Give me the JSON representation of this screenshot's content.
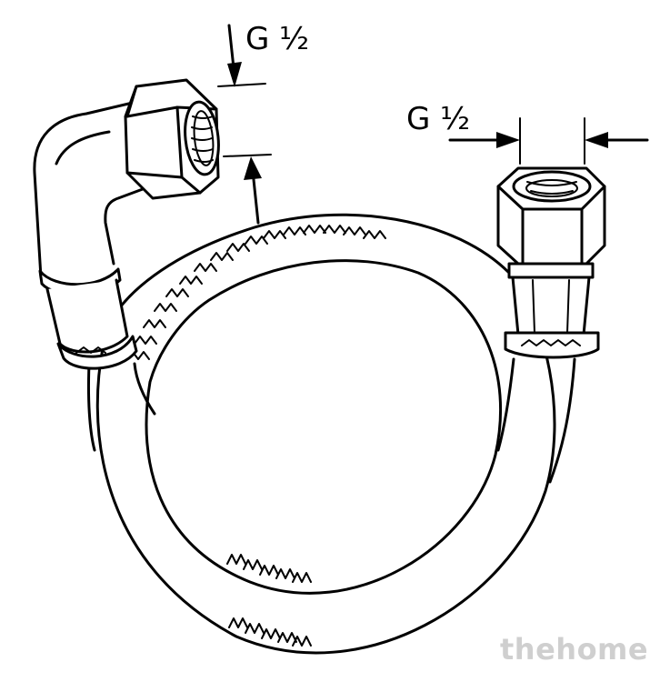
{
  "dimensions": {
    "left_label": "G ½",
    "right_label": "G ½"
  },
  "watermark": {
    "text": "thehome"
  },
  "colors": {
    "ink": "#000000",
    "background": "#ffffff",
    "watermark": "#cfcfcf"
  }
}
